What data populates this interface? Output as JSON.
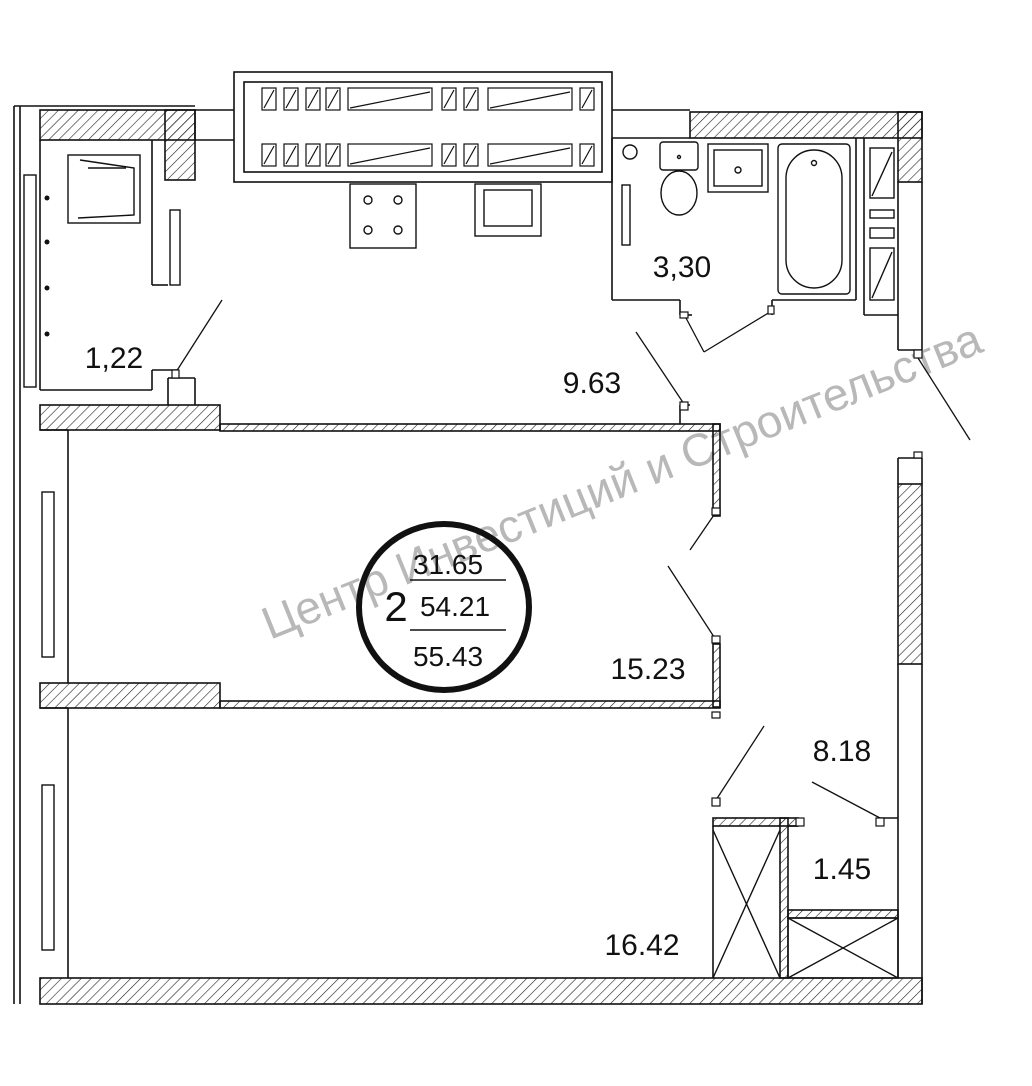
{
  "summary": {
    "rooms": "2",
    "living_area": "31.65",
    "total_area": "54.21",
    "total_area_with_balcony": "55.43"
  },
  "rooms": {
    "loggia": "1,22",
    "bathroom": "3,30",
    "kitchen": "9.63",
    "bedroom": "15.23",
    "hall": "8.18",
    "closet": "1.45",
    "living_room": "16.42"
  },
  "watermark": "Центр Инвестиций и Строительства",
  "colors": {
    "line": "#111111",
    "hatch": "#222222",
    "watermark": "#b8b8b8"
  }
}
